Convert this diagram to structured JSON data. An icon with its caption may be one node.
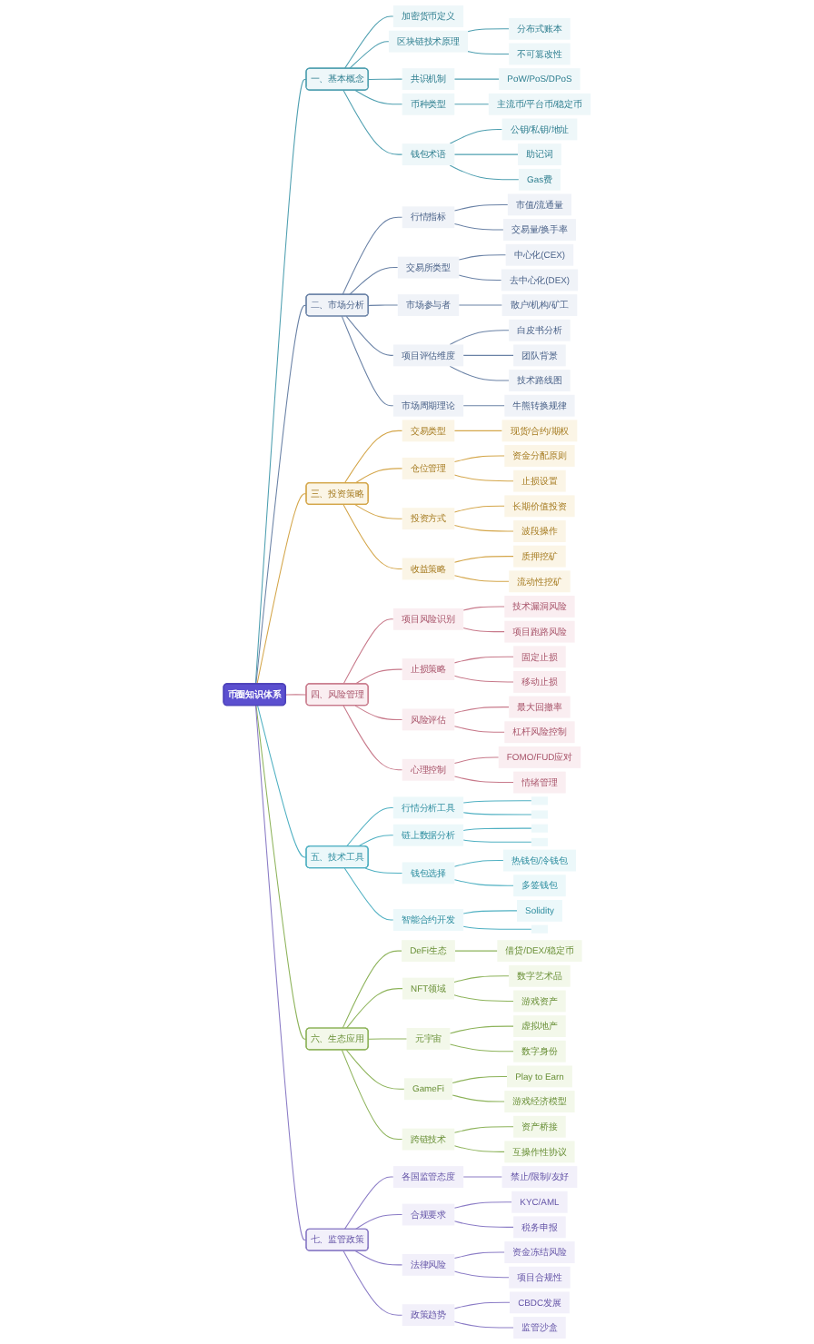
{
  "diagram": {
    "nodes": [
      {
        "text": [
          "币圈知识体系"
        ]
      },
      {
        "text": [
          "一、基本概念"
        ]
      },
      {
        "text": [
          "加密货币定义"
        ]
      },
      {
        "text": [
          "区块链技术原理"
        ]
      },
      {
        "text": [
          "分布式账本"
        ]
      },
      {
        "text": [
          "不可篡改性"
        ]
      },
      {
        "text": [
          "共识机制"
        ]
      },
      {
        "text": [
          "PoW/PoS/DPoS"
        ]
      },
      {
        "text": [
          "币种类型"
        ]
      },
      {
        "text": [
          "主流币/平台币/稳定币"
        ]
      },
      {
        "text": [
          "钱包术语"
        ]
      },
      {
        "text": [
          "公钥/私钥/地址"
        ]
      },
      {
        "text": [
          "助记词"
        ]
      },
      {
        "text": [
          "Gas费"
        ]
      },
      {
        "text": [
          "二、市场分析"
        ]
      },
      {
        "text": [
          "行情指标"
        ]
      },
      {
        "text": [
          "市值/流通量"
        ]
      },
      {
        "text": [
          "交易量/换手率"
        ]
      },
      {
        "text": [
          "交易所类型"
        ]
      },
      {
        "text": [
          "中心化(CEX)"
        ]
      },
      {
        "text": [
          "去中心化(DEX)"
        ]
      },
      {
        "text": [
          "市场参与者"
        ]
      },
      {
        "text": [
          "散户/机构/矿工"
        ]
      },
      {
        "text": [
          "项目评估维度"
        ]
      },
      {
        "text": [
          "白皮书分析"
        ]
      },
      {
        "text": [
          "团队背景"
        ]
      },
      {
        "text": [
          "技术路线图"
        ]
      },
      {
        "text": [
          "市场周期理论"
        ]
      },
      {
        "text": [
          "牛熊转换规律"
        ]
      },
      {
        "text": [
          "三、投资策略"
        ]
      },
      {
        "text": [
          "交易类型"
        ]
      },
      {
        "text": [
          "现货/合约/期权"
        ]
      },
      {
        "text": [
          "仓位管理"
        ]
      },
      {
        "text": [
          "资金分配原则"
        ]
      },
      {
        "text": [
          "止损设置"
        ]
      },
      {
        "text": [
          "投资方式"
        ]
      },
      {
        "text": [
          "长期价值投资"
        ]
      },
      {
        "text": [
          "波段操作"
        ]
      },
      {
        "text": [
          "收益策略"
        ]
      },
      {
        "text": [
          "质押挖矿"
        ]
      },
      {
        "text": [
          "流动性挖矿"
        ]
      },
      {
        "text": [
          "四、风险管理"
        ]
      },
      {
        "text": [
          "项目风险识别"
        ]
      },
      {
        "text": [
          "技术漏洞风险"
        ]
      },
      {
        "text": [
          "项目跑路风险"
        ]
      },
      {
        "text": [
          "止损策略"
        ]
      },
      {
        "text": [
          "固定止损"
        ]
      },
      {
        "text": [
          "移动止损"
        ]
      },
      {
        "text": [
          "风险评估"
        ]
      },
      {
        "text": [
          "最大回撤率"
        ]
      },
      {
        "text": [
          "杠杆风险控制"
        ]
      },
      {
        "text": [
          "心理控制"
        ]
      },
      {
        "text": [
          "FOMO/FUD应对"
        ]
      },
      {
        "text": [
          "情绪管理"
        ]
      },
      {
        "text": [
          "五、技术工具"
        ]
      },
      {
        "text": [
          "行情分析工具"
        ]
      },
      {
        "text": [],
        "shape": "box"
      },
      {
        "text": [],
        "shape": "box"
      },
      {
        "text": [
          "链上数据分析"
        ]
      },
      {
        "text": [],
        "shape": "box"
      },
      {
        "text": [],
        "shape": "box"
      },
      {
        "text": [
          "钱包选择"
        ]
      },
      {
        "text": [
          "热钱包/冷钱包"
        ]
      },
      {
        "text": [
          "多签钱包"
        ]
      },
      {
        "text": [
          "智能合约开发"
        ]
      },
      {
        "text": [
          "Solidity"
        ]
      },
      {
        "text": [],
        "shape": "box"
      },
      {
        "text": [
          "六、生态应用"
        ]
      },
      {
        "text": [
          "DeFi生态"
        ]
      },
      {
        "text": [
          "借贷/DEX/稳定币"
        ]
      },
      {
        "text": [
          "NFT领域"
        ]
      },
      {
        "text": [
          "数字艺术品"
        ]
      },
      {
        "text": [
          "游戏资产"
        ]
      },
      {
        "text": [
          "元宇宙"
        ]
      },
      {
        "text": [
          "虚拟地产"
        ]
      },
      {
        "text": [
          "数字身份"
        ]
      },
      {
        "text": [
          "GameFi"
        ]
      },
      {
        "text": [
          "Play to Earn"
        ]
      },
      {
        "text": [
          "游戏经济模型"
        ]
      },
      {
        "text": [
          "跨链技术"
        ]
      },
      {
        "text": [
          "资产桥接"
        ]
      },
      {
        "text": [
          "互操作性协议"
        ]
      },
      {
        "text": [
          "七、监管政策"
        ]
      },
      {
        "text": [
          "各国监管态度"
        ]
      },
      {
        "text": [
          "禁止/限制/友好"
        ]
      },
      {
        "text": [
          "合规要求"
        ]
      },
      {
        "text": [
          "KYC/AML"
        ]
      },
      {
        "text": [
          "税务申报"
        ]
      },
      {
        "text": [
          "法律风险"
        ]
      },
      {
        "text": [
          "资金冻结风险"
        ]
      },
      {
        "text": [
          "项目合规性"
        ]
      },
      {
        "text": [
          "政策趋势"
        ]
      },
      {
        "text": [
          "CBDC发展"
        ]
      },
      {
        "text": [
          "监管沙盒"
        ]
      }
    ],
    "edges": [
      {
        "from": 0,
        "to": 1,
        "arrow": "none",
        "color": "#4e9fb0"
      },
      {
        "from": 1,
        "to": 2,
        "arrow": "none",
        "color": "#4e9fb0"
      },
      {
        "from": 1,
        "to": 3,
        "arrow": "none",
        "color": "#4e9fb0"
      },
      {
        "from": 3,
        "to": 4,
        "arrow": "none",
        "color": "#4e9fb0"
      },
      {
        "from": 3,
        "to": 5,
        "arrow": "none",
        "color": "#4e9fb0"
      },
      {
        "from": 1,
        "to": 6,
        "arrow": "none",
        "color": "#4e9fb0"
      },
      {
        "from": 6,
        "to": 7,
        "arrow": "none",
        "color": "#4e9fb0"
      },
      {
        "from": 1,
        "to": 8,
        "arrow": "none",
        "color": "#4e9fb0"
      },
      {
        "from": 8,
        "to": 9,
        "arrow": "none",
        "color": "#4e9fb0"
      },
      {
        "from": 1,
        "to": 10,
        "arrow": "none",
        "color": "#4e9fb0"
      },
      {
        "from": 10,
        "to": 11,
        "arrow": "none",
        "color": "#4e9fb0"
      },
      {
        "from": 10,
        "to": 12,
        "arrow": "none",
        "color": "#4e9fb0"
      },
      {
        "from": 10,
        "to": 13,
        "arrow": "none",
        "color": "#4e9fb0"
      },
      {
        "from": 0,
        "to": 14,
        "arrow": "none",
        "color": "#6a82a6"
      },
      {
        "from": 14,
        "to": 15,
        "arrow": "none",
        "color": "#6a82a6"
      },
      {
        "from": 15,
        "to": 16,
        "arrow": "none",
        "color": "#6a82a6"
      },
      {
        "from": 15,
        "to": 17,
        "arrow": "none",
        "color": "#6a82a6"
      },
      {
        "from": 14,
        "to": 18,
        "arrow": "none",
        "color": "#6a82a6"
      },
      {
        "from": 18,
        "to": 19,
        "arrow": "none",
        "color": "#6a82a6"
      },
      {
        "from": 18,
        "to": 20,
        "arrow": "none",
        "color": "#6a82a6"
      },
      {
        "from": 14,
        "to": 21,
        "arrow": "none",
        "color": "#6a82a6"
      },
      {
        "from": 21,
        "to": 22,
        "arrow": "none",
        "color": "#6a82a6"
      },
      {
        "from": 14,
        "to": 23,
        "arrow": "none",
        "color": "#6a82a6"
      },
      {
        "from": 23,
        "to": 24,
        "arrow": "none",
        "color": "#6a82a6"
      },
      {
        "from": 23,
        "to": 25,
        "arrow": "none",
        "color": "#6a82a6"
      },
      {
        "from": 23,
        "to": 26,
        "arrow": "none",
        "color": "#6a82a6"
      },
      {
        "from": 14,
        "to": 27,
        "arrow": "none",
        "color": "#6a82a6"
      },
      {
        "from": 27,
        "to": 28,
        "arrow": "none",
        "color": "#6a82a6"
      },
      {
        "from": 0,
        "to": 29,
        "arrow": "none",
        "color": "#d4a64a"
      },
      {
        "from": 29,
        "to": 30,
        "arrow": "none",
        "color": "#d4a64a"
      },
      {
        "from": 30,
        "to": 31,
        "arrow": "none",
        "color": "#d4a64a"
      },
      {
        "from": 29,
        "to": 32,
        "arrow": "none",
        "color": "#d4a64a"
      },
      {
        "from": 32,
        "to": 33,
        "arrow": "none",
        "color": "#d4a64a"
      },
      {
        "from": 32,
        "to": 34,
        "arrow": "none",
        "color": "#d4a64a"
      },
      {
        "from": 29,
        "to": 35,
        "arrow": "none",
        "color": "#d4a64a"
      },
      {
        "from": 35,
        "to": 36,
        "arrow": "none",
        "color": "#d4a64a"
      },
      {
        "from": 35,
        "to": 37,
        "arrow": "none",
        "color": "#d4a64a"
      },
      {
        "from": 29,
        "to": 38,
        "arrow": "none",
        "color": "#d4a64a"
      },
      {
        "from": 38,
        "to": 39,
        "arrow": "none",
        "color": "#d4a64a"
      },
      {
        "from": 38,
        "to": 40,
        "arrow": "none",
        "color": "#d4a64a"
      },
      {
        "from": 0,
        "to": 41,
        "arrow": "none",
        "color": "#c87a8b"
      },
      {
        "from": 41,
        "to": 42,
        "arrow": "none",
        "color": "#c87a8b"
      },
      {
        "from": 42,
        "to": 43,
        "arrow": "none",
        "color": "#c87a8b"
      },
      {
        "from": 42,
        "to": 44,
        "arrow": "none",
        "color": "#c87a8b"
      },
      {
        "from": 41,
        "to": 45,
        "arrow": "none",
        "color": "#c87a8b"
      },
      {
        "from": 45,
        "to": 46,
        "arrow": "none",
        "color": "#c87a8b"
      },
      {
        "from": 45,
        "to": 47,
        "arrow": "none",
        "color": "#c87a8b"
      },
      {
        "from": 41,
        "to": 48,
        "arrow": "none",
        "color": "#c87a8b"
      },
      {
        "from": 48,
        "to": 49,
        "arrow": "none",
        "color": "#c87a8b"
      },
      {
        "from": 48,
        "to": 50,
        "arrow": "none",
        "color": "#c87a8b"
      },
      {
        "from": 41,
        "to": 51,
        "arrow": "none",
        "color": "#c87a8b"
      },
      {
        "from": 51,
        "to": 52,
        "arrow": "none",
        "color": "#c87a8b"
      },
      {
        "from": 51,
        "to": 53,
        "arrow": "none",
        "color": "#c87a8b"
      },
      {
        "from": 0,
        "to": 54,
        "arrow": "none",
        "color": "#4fb0c2"
      },
      {
        "from": 54,
        "to": 55,
        "arrow": "none",
        "color": "#4fb0c2"
      },
      {
        "from": 55,
        "to": 56,
        "arrow": "none",
        "color": "#4fb0c2"
      },
      {
        "from": 55,
        "to": 57,
        "arrow": "none",
        "color": "#4fb0c2"
      },
      {
        "from": 54,
        "to": 58,
        "arrow": "none",
        "color": "#4fb0c2"
      },
      {
        "from": 58,
        "to": 59,
        "arrow": "none",
        "color": "#4fb0c2"
      },
      {
        "from": 58,
        "to": 60,
        "arrow": "none",
        "color": "#4fb0c2"
      },
      {
        "from": 54,
        "to": 61,
        "arrow": "none",
        "color": "#4fb0c2"
      },
      {
        "from": 61,
        "to": 62,
        "arrow": "none",
        "color": "#4fb0c2"
      },
      {
        "from": 61,
        "to": 63,
        "arrow": "none",
        "color": "#4fb0c2"
      },
      {
        "from": 54,
        "to": 64,
        "arrow": "none",
        "color": "#4fb0c2"
      },
      {
        "from": 64,
        "to": 65,
        "arrow": "none",
        "color": "#4fb0c2"
      },
      {
        "from": 64,
        "to": 66,
        "arrow": "none",
        "color": "#4fb0c2"
      },
      {
        "from": 0,
        "to": 67,
        "arrow": "none",
        "color": "#8db35a"
      },
      {
        "from": 67,
        "to": 68,
        "arrow": "none",
        "color": "#8db35a"
      },
      {
        "from": 68,
        "to": 69,
        "arrow": "none",
        "color": "#8db35a"
      },
      {
        "from": 67,
        "to": 70,
        "arrow": "none",
        "color": "#8db35a"
      },
      {
        "from": 70,
        "to": 71,
        "arrow": "none",
        "color": "#8db35a"
      },
      {
        "from": 70,
        "to": 72,
        "arrow": "none",
        "color": "#8db35a"
      },
      {
        "from": 67,
        "to": 73,
        "arrow": "none",
        "color": "#8db35a"
      },
      {
        "from": 73,
        "to": 74,
        "arrow": "none",
        "color": "#8db35a"
      },
      {
        "from": 73,
        "to": 75,
        "arrow": "none",
        "color": "#8db35a"
      },
      {
        "from": 67,
        "to": 76,
        "arrow": "none",
        "color": "#8db35a"
      },
      {
        "from": 76,
        "to": 77,
        "arrow": "none",
        "color": "#8db35a"
      },
      {
        "from": 76,
        "to": 78,
        "arrow": "none",
        "color": "#8db35a"
      },
      {
        "from": 67,
        "to": 79,
        "arrow": "none",
        "color": "#8db35a"
      },
      {
        "from": 79,
        "to": 80,
        "arrow": "none",
        "color": "#8db35a"
      },
      {
        "from": 79,
        "to": 81,
        "arrow": "none",
        "color": "#8db35a"
      },
      {
        "from": 0,
        "to": 82,
        "arrow": "none",
        "color": "#8b7cc6"
      },
      {
        "from": 82,
        "to": 83,
        "arrow": "none",
        "color": "#8b7cc6"
      },
      {
        "from": 83,
        "to": 84,
        "arrow": "none",
        "color": "#8b7cc6"
      },
      {
        "from": 82,
        "to": 85,
        "arrow": "none",
        "color": "#8b7cc6"
      },
      {
        "from": 85,
        "to": 86,
        "arrow": "none",
        "color": "#8b7cc6"
      },
      {
        "from": 85,
        "to": 87,
        "arrow": "none",
        "color": "#8b7cc6"
      },
      {
        "from": 82,
        "to": 88,
        "arrow": "none",
        "color": "#8b7cc6"
      },
      {
        "from": 88,
        "to": 89,
        "arrow": "none",
        "color": "#8b7cc6"
      },
      {
        "from": 88,
        "to": 90,
        "arrow": "none",
        "color": "#8b7cc6"
      },
      {
        "from": 82,
        "to": 91,
        "arrow": "none",
        "color": "#8b7cc6"
      },
      {
        "from": 91,
        "to": 92,
        "arrow": "none",
        "color": "#8b7cc6"
      },
      {
        "from": 91,
        "to": 93,
        "arrow": "none",
        "color": "#8b7cc6"
      }
    ]
  }
}
